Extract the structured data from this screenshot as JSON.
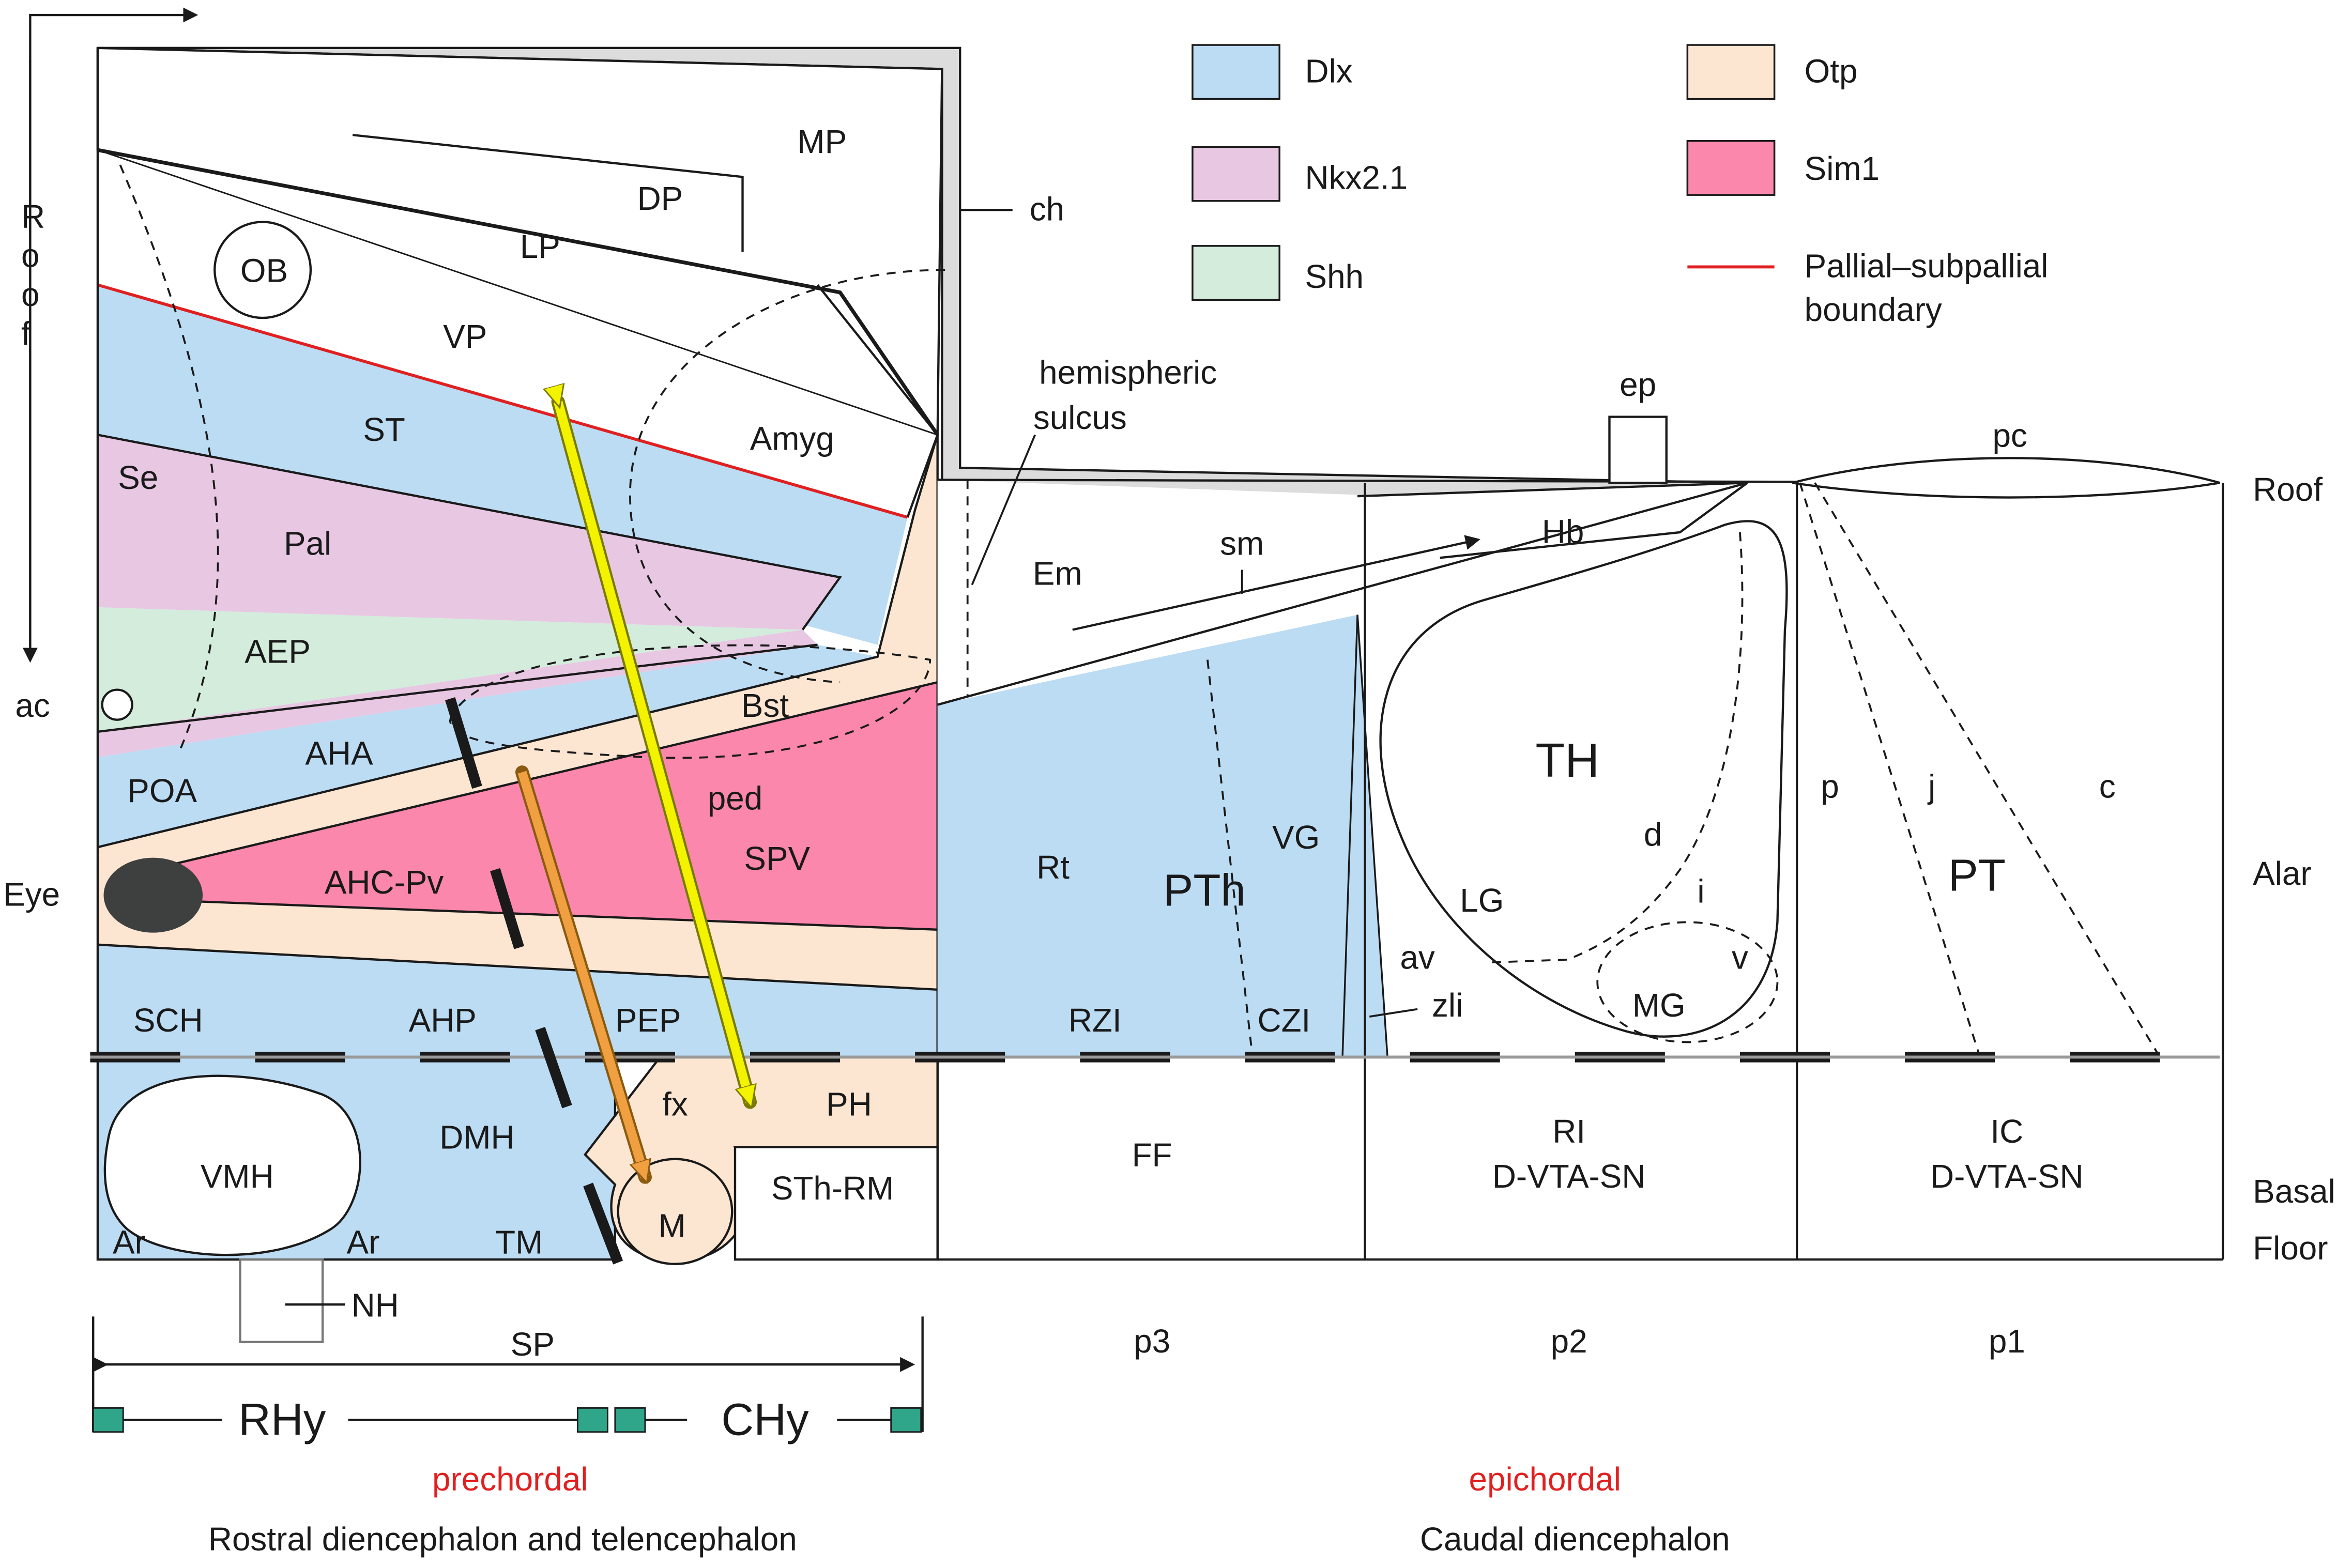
{
  "colors": {
    "dlx": "#bcdcf4",
    "nkx21": "#e8c7e3",
    "shh": "#d3ecdb",
    "otp": "#fce6d2",
    "sim1": "#fb87ac",
    "boundary": "#e02020",
    "epichordal": "#e02020",
    "prechordal": "#e02020",
    "yellow_arrow": "#f3f300",
    "orange_arrow": "#f0a040",
    "grey_fill": "#dcdcdc",
    "line": "#1a1a1a",
    "teal_marker": "#2fa58a"
  },
  "legend": {
    "dlx": "Dlx",
    "nkx21": "Nkx2.1",
    "shh": "Shh",
    "otp": "Otp",
    "sim1": "Sim1",
    "boundary_line1": "Pallial–subpallial",
    "boundary_line2": "boundary"
  },
  "axis_labels": {
    "roof_vertical": [
      "R",
      "o",
      "o",
      "f"
    ],
    "ac": "ac",
    "eye": "Eye",
    "roof": "Roof",
    "alar": "Alar",
    "basal": "Basal",
    "floor": "Floor"
  },
  "regions": {
    "MP": "MP",
    "DP": "DP",
    "LP": "LP",
    "OB": "OB",
    "VP": "VP",
    "ST": "ST",
    "Amyg": "Amyg",
    "Se": "Se",
    "Pal": "Pal",
    "AEP": "AEP",
    "Bst": "Bst",
    "AHA": "AHA",
    "POA": "POA",
    "ped": "ped",
    "SPV": "SPV",
    "AHC_Pv": "AHC-Pv",
    "SCH": "SCH",
    "AHP": "AHP",
    "PEP": "PEP",
    "VMH": "VMH",
    "DMH": "DMH",
    "fx": "fx",
    "PH": "PH",
    "STh_RM": "STh-RM",
    "M": "M",
    "Ar_left": "Ar",
    "Ar_right": "Ar",
    "TM": "TM",
    "NH": "NH",
    "ch": "ch",
    "hemispheric_line1": "hemispheric",
    "hemispheric_line2": "sulcus",
    "Em": "Em",
    "sm": "sm",
    "Hb": "Hb",
    "ep": "ep",
    "pc": "pc",
    "Rt": "Rt",
    "PTh": "PTh",
    "VG": "VG",
    "RZI": "RZI",
    "CZI": "CZI",
    "TH": "TH",
    "d": "d",
    "LG": "LG",
    "i": "i",
    "av": "av",
    "v": "v",
    "zli": "zli",
    "MG": "MG",
    "p": "p",
    "j": "j",
    "c": "c",
    "PT": "PT",
    "FF": "FF",
    "RI": "RI",
    "D_VTA_SN_p2": "D-VTA-SN",
    "IC": "IC",
    "D_VTA_SN_p1": "D-VTA-SN"
  },
  "bottom": {
    "p3": "p3",
    "p2": "p2",
    "p1": "p1",
    "SP": "SP",
    "RHy": "RHy",
    "CHy": "CHy",
    "prechordal": "prechordal",
    "epichordal": "epichordal",
    "rostral": "Rostral diencephalon and telencephalon",
    "caudal": "Caudal diencephalon"
  }
}
